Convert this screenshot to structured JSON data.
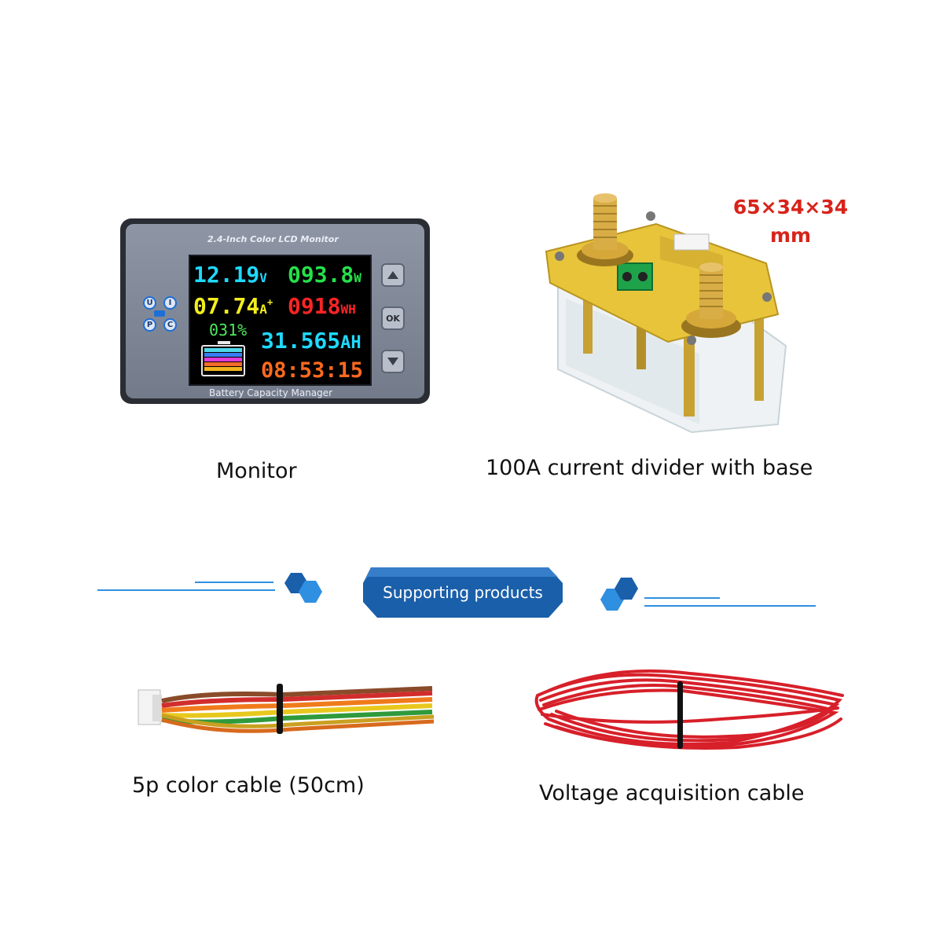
{
  "monitor": {
    "title": "2.4-Inch Color LCD Monitor",
    "footer": "Battery Capacity Manager",
    "side_buttons": [
      "U",
      "I",
      "P",
      "C"
    ],
    "buttons": {
      "ok": "OK"
    },
    "readings": {
      "voltage": "12.19",
      "voltage_unit": "V",
      "power": "093.8",
      "power_unit": "W",
      "current": "07.74",
      "current_unit": "A",
      "current_sign": "+",
      "energy": "0918",
      "energy_unit": "WH",
      "percent": "031",
      "percent_unit": "%",
      "capacity": "31.565",
      "capacity_unit": "AH",
      "time": "08:53:15"
    },
    "battery_bar_colors": [
      "#4fd8e8",
      "#3a7df2",
      "#e23bd8",
      "#f26b2b",
      "#f2b51d"
    ]
  },
  "captions": {
    "monitor": "Monitor",
    "divider": "100A current divider with base",
    "color_cable": "5p color cable (50cm)",
    "voltage_cable": "Voltage acquisition cable"
  },
  "divider_dimensions": {
    "line1": "65×34×34",
    "line2": "mm"
  },
  "banner": {
    "label": "Supporting products"
  },
  "colors": {
    "accent_blue": "#2f8fe0",
    "banner_blue": "#1a5faa",
    "dimension_red": "#d8231a"
  }
}
